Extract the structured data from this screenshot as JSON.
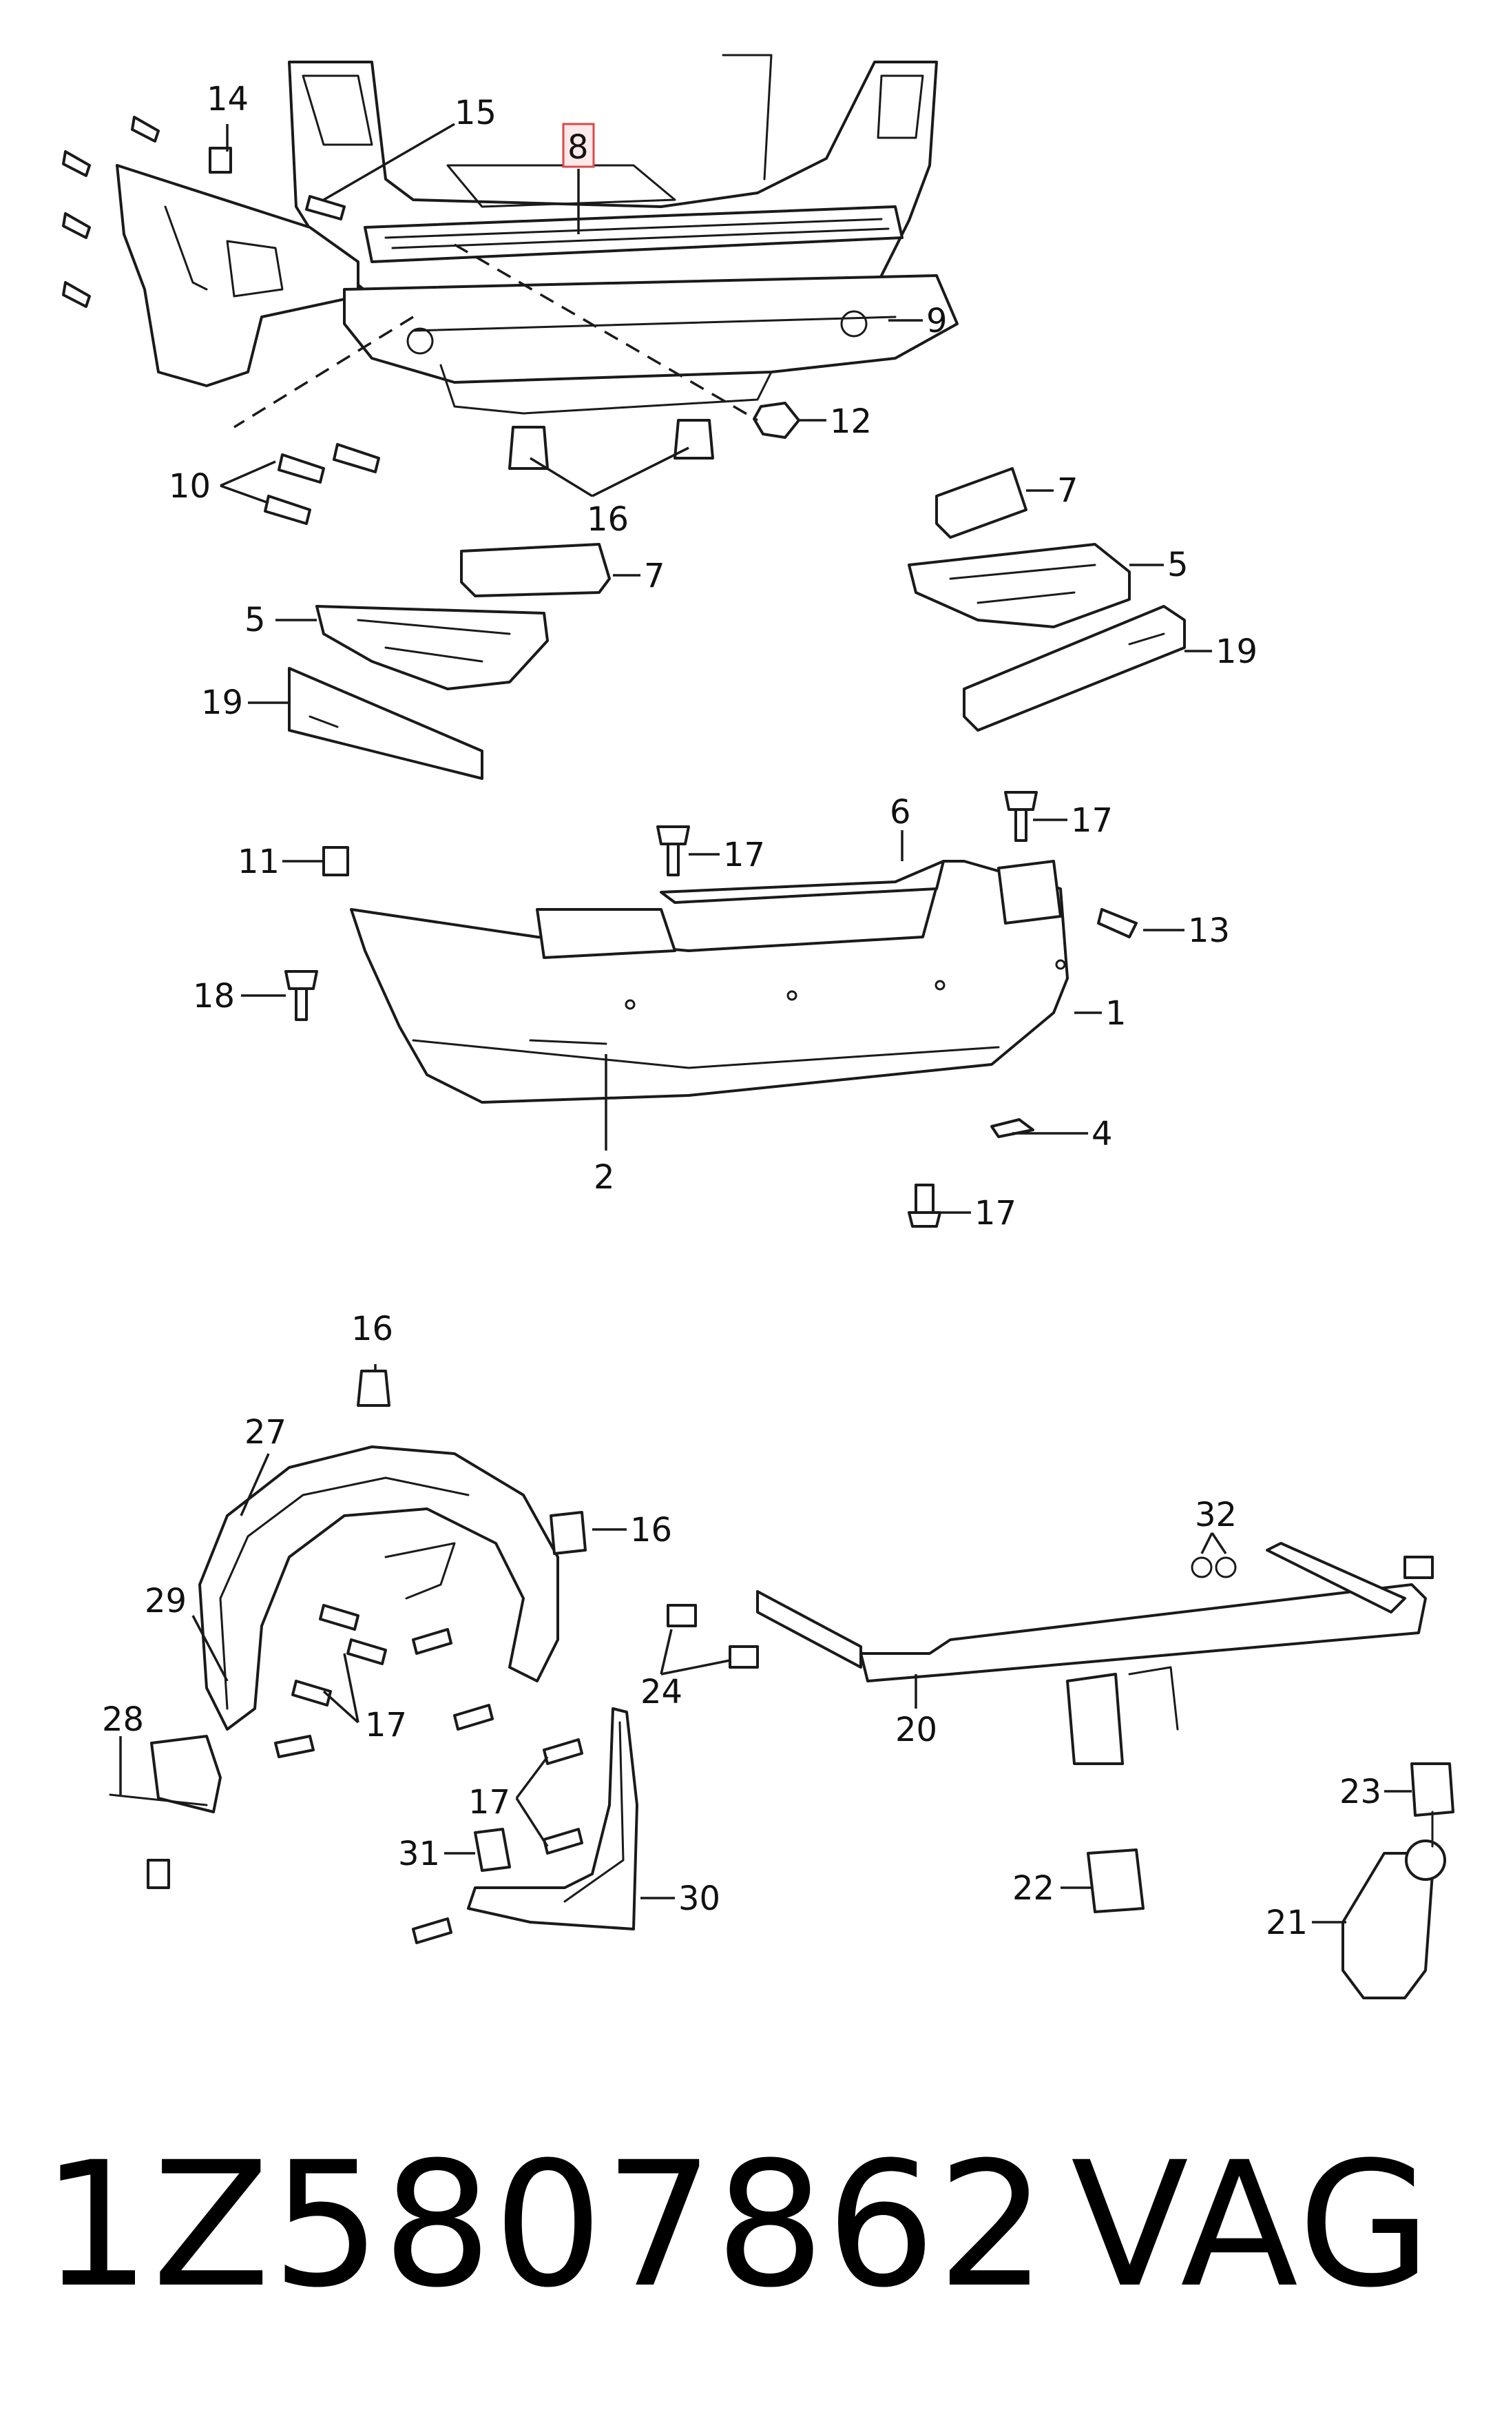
{
  "diagram": {
    "highlighted_callout": "8",
    "callouts": {
      "c14": "14",
      "c15": "15",
      "c8": "8",
      "c9": "9",
      "c12": "12",
      "c10": "10",
      "c16a": "16",
      "c7a": "7",
      "c7b": "7",
      "c5a": "5",
      "c5b": "5",
      "c19a": "19",
      "c19b": "19",
      "c6": "6",
      "c17a": "17",
      "c17b": "17",
      "c11": "11",
      "c13": "13",
      "c18": "18",
      "c1": "1",
      "c4": "4",
      "c2": "2",
      "c17c": "17",
      "c16b": "16",
      "c27": "27",
      "c16c": "16",
      "c29": "29",
      "c17d": "17",
      "c28": "28",
      "c17e": "17",
      "c31": "31",
      "c30": "30",
      "c32": "32",
      "c24": "24",
      "c20": "20",
      "c23": "23",
      "c22": "22",
      "c21": "21"
    },
    "colors": {
      "line": "#1a1a1a",
      "highlight_stroke": "#d94a4a",
      "highlight_fill": "#fde9e9"
    }
  },
  "footer": {
    "part_number": "1Z5807862",
    "brand": "VAG"
  }
}
